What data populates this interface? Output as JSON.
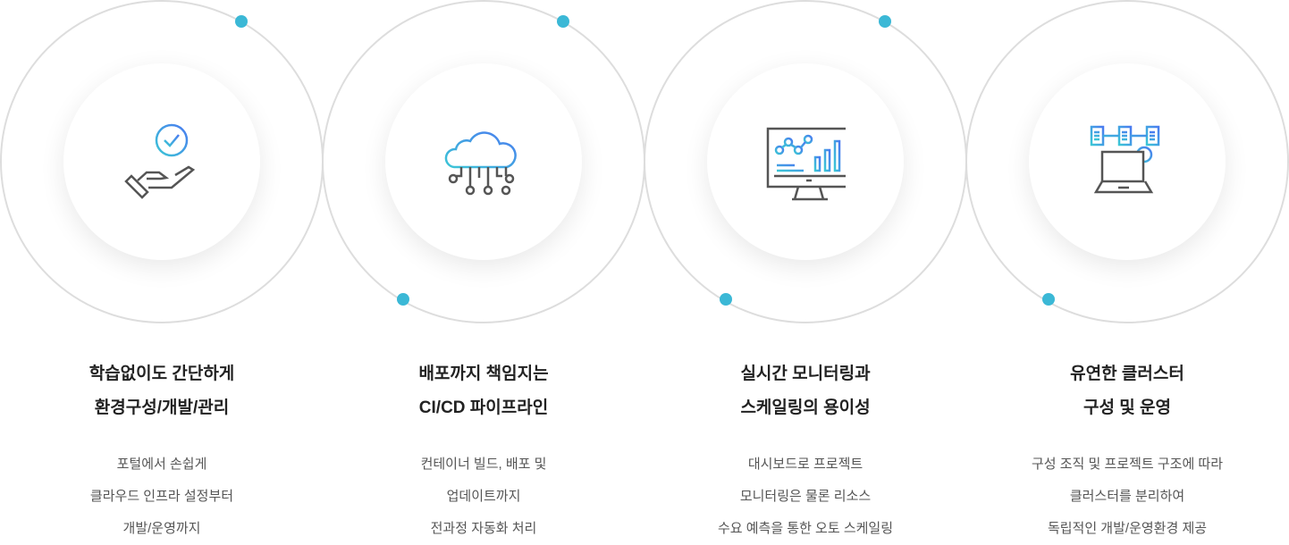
{
  "colors": {
    "accent": "#3bb8d6",
    "ring": "#dddddd"
  },
  "features": [
    {
      "icon": "hand-check-icon",
      "title": [
        "학습없이도 간단하게",
        "환경구성/개발/관리"
      ],
      "desc": [
        "포털에서  손쉽게",
        "클라우드 인프라 설정부터",
        "개발/운영까지"
      ]
    },
    {
      "icon": "cloud-circuit-icon",
      "title": [
        "배포까지 책임지는",
        "CI/CD 파이프라인"
      ],
      "desc": [
        "컨테이너 빌드, 배포 및",
        "업데이트까지",
        "전과정 자동화 처리"
      ]
    },
    {
      "icon": "monitor-chart-icon",
      "title": [
        "실시간 모니터링과",
        "스케일링의 용이성"
      ],
      "desc": [
        "대시보드로 프로젝트",
        "모니터링은 물론  리소스",
        "수요 예측을 통한 오토 스케일링"
      ]
    },
    {
      "icon": "laptop-cluster-icon",
      "title": [
        "유연한 클러스터",
        "구성 및 운영"
      ],
      "desc": [
        "구성 조직 및 프로젝트 구조에 따라",
        "클러스터를 분리하여",
        "독립적인 개발/운영환경 제공"
      ]
    }
  ]
}
